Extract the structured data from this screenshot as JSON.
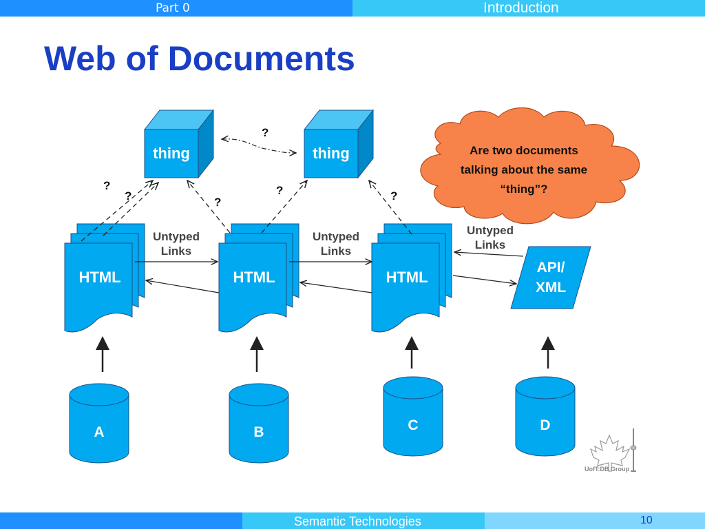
{
  "header": {
    "part": "Part 0",
    "section": "Introduction"
  },
  "slide": {
    "title": "Web of Documents"
  },
  "diagram": {
    "thing_boxes": [
      "thing",
      "thing"
    ],
    "html_docs": [
      "HTML",
      "HTML",
      "HTML"
    ],
    "api_box": {
      "line1": "API/",
      "line2": "XML"
    },
    "databases": [
      "A",
      "B",
      "C",
      "D"
    ],
    "link_labels": [
      {
        "line1": "Untyped",
        "line2": "Links"
      },
      {
        "line1": "Untyped",
        "line2": "Links"
      },
      {
        "line1": "Untyped",
        "line2": "Links"
      }
    ],
    "question_mark": "?",
    "cloud": {
      "line1": "Are two documents",
      "line2": "talking about the same",
      "line3": "“thing”?"
    }
  },
  "logo": {
    "text": "UofT:DB Group"
  },
  "footer": {
    "course": "Semantic Technologies",
    "page": "10"
  },
  "colors": {
    "shape_fill": "#00a9f0",
    "shape_stroke": "#1b4f8a",
    "cloud_fill": "#f7834a",
    "title": "#1a3fc4"
  }
}
